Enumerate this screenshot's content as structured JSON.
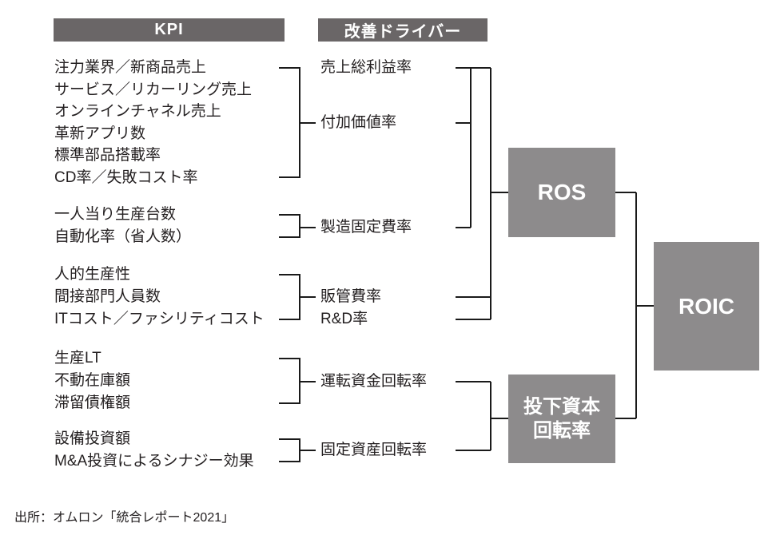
{
  "diagram": {
    "kpi_header": "KPI",
    "driver_header": "改善ドライバー",
    "kpi_groups": [
      {
        "connects_to": "付加価値率",
        "items": [
          "注力業界／新商品売上",
          "サービス／リカーリング売上",
          "オンラインチャネル売上",
          "革新アプリ数",
          "標準部品搭載率",
          "CD率／失敗コスト率"
        ]
      },
      {
        "connects_to": "製造固定費率",
        "items": [
          "一人当り生産台数",
          "自動化率（省人数）"
        ]
      },
      {
        "connects_to": "販管費率",
        "items": [
          "人的生産性",
          "間接部門人員数",
          "ITコスト／ファシリティコスト"
        ]
      },
      {
        "connects_to": "運転資金回転率",
        "items": [
          "生産LT",
          "不動在庫額",
          "滞留債権額"
        ]
      },
      {
        "connects_to": "固定資産回転率",
        "items": [
          "設備投資額",
          "M&A投資によるシナジー効果"
        ]
      }
    ],
    "drivers": [
      "売上総利益率",
      "付加価値率",
      "製造固定費率",
      "販管費率",
      "R&D率",
      "運転資金回転率",
      "固定資産回転率"
    ],
    "boxes": {
      "ros": "ROS",
      "roic": "ROIC",
      "turnover_line1": "投下資本",
      "turnover_line2": "回転率"
    },
    "source": "出所：オムロン「統合レポート2021」",
    "colors": {
      "header_bg": "#6a6667",
      "result_box_bg": "#8d8b8c",
      "line": "#1a1a1a",
      "text": "#231f20",
      "box_text": "#ffffff"
    }
  }
}
